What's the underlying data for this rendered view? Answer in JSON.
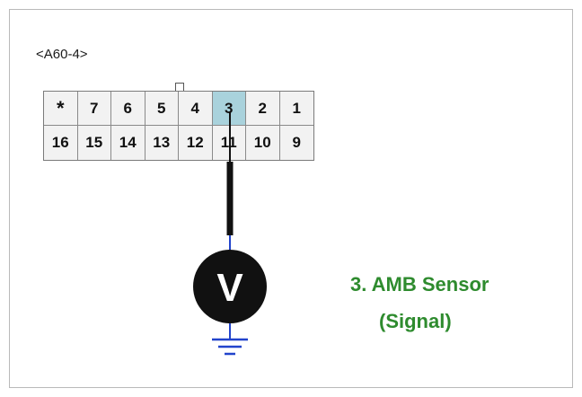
{
  "connector": {
    "label": "<A60-4>",
    "rows": [
      [
        {
          "text": "*",
          "highlight": false
        },
        {
          "text": "7",
          "highlight": false
        },
        {
          "text": "6",
          "highlight": false
        },
        {
          "text": "5",
          "highlight": false
        },
        {
          "text": "4",
          "highlight": false
        },
        {
          "text": "3",
          "highlight": true
        },
        {
          "text": "2",
          "highlight": false
        },
        {
          "text": "1",
          "highlight": false
        }
      ],
      [
        {
          "text": "16",
          "highlight": false
        },
        {
          "text": "15",
          "highlight": false
        },
        {
          "text": "14",
          "highlight": false
        },
        {
          "text": "13",
          "highlight": false
        },
        {
          "text": "12",
          "highlight": false
        },
        {
          "text": "11",
          "highlight": false
        },
        {
          "text": "10",
          "highlight": false
        },
        {
          "text": "9",
          "highlight": false
        }
      ]
    ]
  },
  "meter": {
    "symbol": "V"
  },
  "caption": {
    "line1": "3. AMB Sensor",
    "line2": "(Signal)"
  },
  "colors": {
    "caption": "#2e8b2e",
    "highlight_pin": "#a9d2dc",
    "wire": "#111111",
    "ground": "#2244cc"
  }
}
